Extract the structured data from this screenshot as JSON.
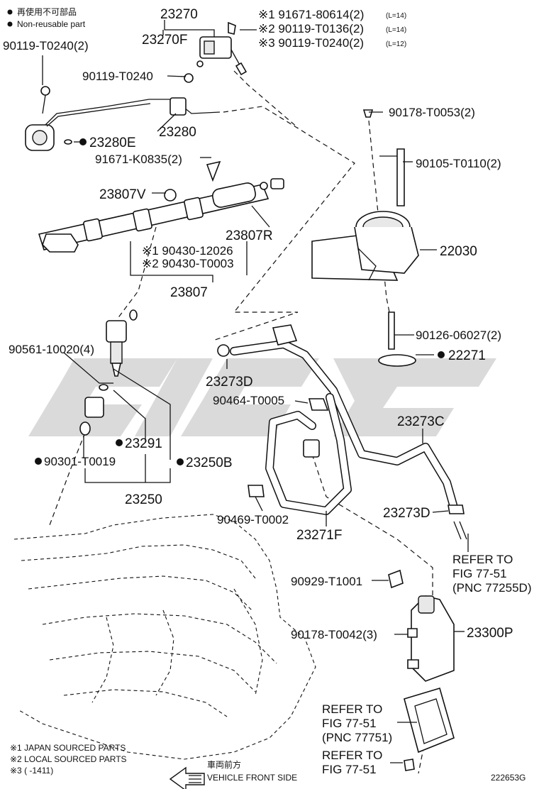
{
  "legend_top": {
    "non_reusable_jp": "再使用不可部品",
    "non_reusable_en": "Non-reusable part"
  },
  "legend_bottom": {
    "note1": "※1 JAPAN SOURCED PARTS",
    "note2": "※2 LOCAL SOURCED PARTS",
    "note3": "※3 (      -1411)"
  },
  "direction": {
    "jp": "車両前方",
    "en": "VEHICLE FRONT SIDE"
  },
  "figure_id": "222653G",
  "labels": {
    "p23270": "23270",
    "p23270F": "23270F",
    "bolt1": "※1 91671-80614(2)",
    "bolt1_len": "(L=14)",
    "bolt2": "※2 90119-T0136(2)",
    "bolt2_len": "(L=14)",
    "bolt3": "※3 90119-T0240(2)",
    "bolt3_len": "(L=12)",
    "p90119_T0240_2": "90119-T0240(2)",
    "p90119_T0240": "90119-T0240",
    "p23280E": "23280E",
    "p23280": "23280",
    "p91671_K0835": "91671-K0835(2)",
    "p23807V": "23807V",
    "p23807R": "23807R",
    "p90430_12026": "※1 90430-12026",
    "p90430_T0003": "※2 90430-T0003",
    "p23807": "23807",
    "p90178_T0053": "90178-T0053(2)",
    "p90105_T0110": "90105-T0110(2)",
    "p22030": "22030",
    "p90126_06027": "90126-06027(2)",
    "p22271": "22271",
    "p90561_10020": "90561-10020(4)",
    "p23273D_a": "23273D",
    "p90464_T0005": "90464-T0005",
    "p23273C": "23273C",
    "p23291": "23291",
    "p90301_T0019": "90301-T0019",
    "p23250B": "23250B",
    "p23250": "23250",
    "p90469_T0002": "90469-T0002",
    "p23271F": "23271F",
    "p23273D_b": "23273D",
    "ref1_a": "REFER TO",
    "ref1_b": "FIG 77-51",
    "ref1_c": "(PNC 77255D)",
    "p90929_T1001": "90929-T1001",
    "p90178_T0042": "90178-T0042(3)",
    "p23300P": "23300P",
    "ref2_a": "REFER TO",
    "ref2_b": "FIG 77-51",
    "ref2_c": "(PNC 77751)",
    "ref3_a": "REFER TO",
    "ref3_b": "FIG 77-51"
  }
}
